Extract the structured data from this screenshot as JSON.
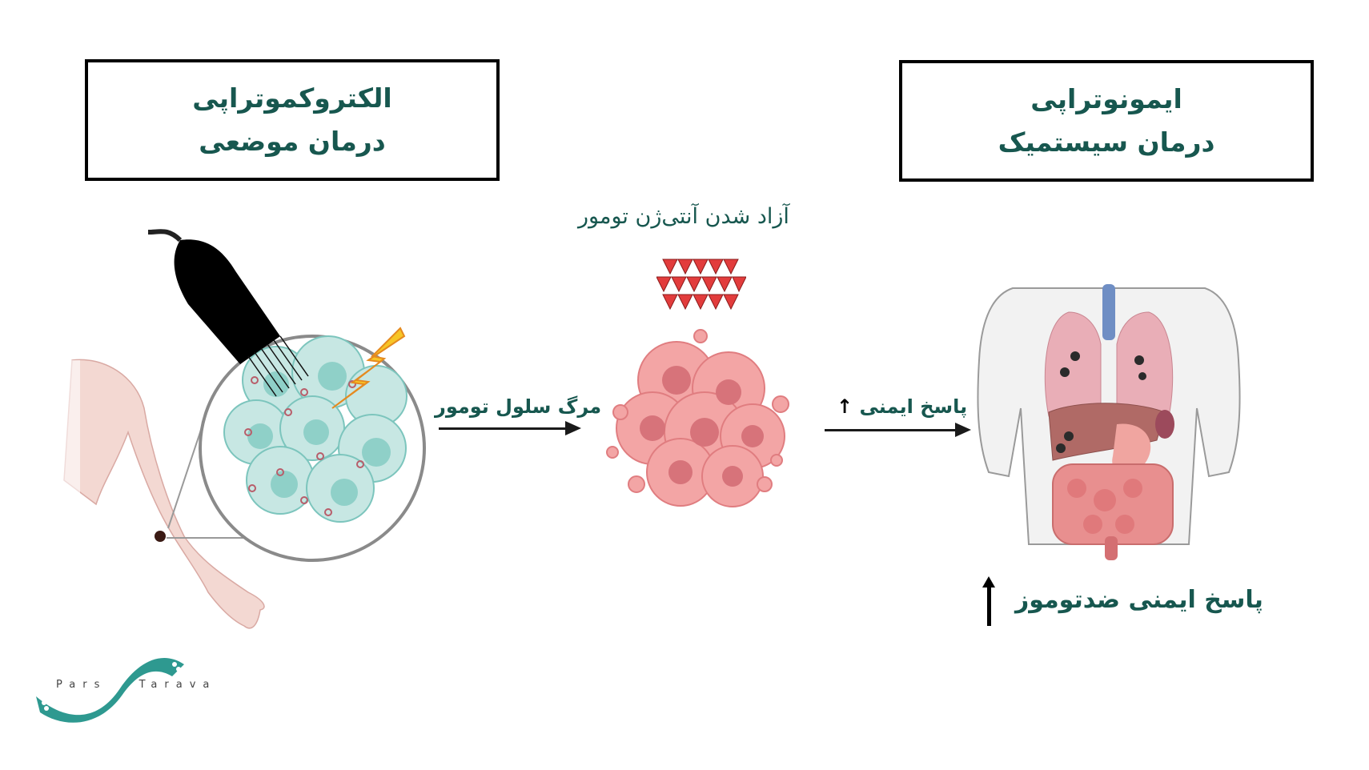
{
  "left_panel": {
    "title_line1": "الکتروکموتراپی",
    "title_line2": "درمان موضعی",
    "illustration": {
      "probe": "electrode-needle-probe",
      "zoom_circle": "tumor-cells-electroporation",
      "cell_color": "#bfe3df",
      "bolt_color": "#f7c526",
      "arm_color": "#f3d6d0"
    }
  },
  "right_panel": {
    "title_line1": "ایمونوتراپی",
    "title_line2": "درمان سیستمیک",
    "illustration": "torso-with-organ-metastases"
  },
  "center": {
    "antigen_release_label": "آزاد شدن آنتی‌ژن تومور",
    "antigen_rows": [
      5,
      6,
      5
    ],
    "antigen_color": "#e23c3c",
    "tumor_color": "#f0a0a0"
  },
  "arrows": {
    "cell_death_label": "مرگ سلول تومور",
    "immune_response_label": "پاسخ ایمنی",
    "immune_response_up": "↑"
  },
  "bottom_right": {
    "label": "پاسخ ایمنی ضدتوموز",
    "up_arrow": "↑"
  },
  "logo": {
    "word1": "Pars",
    "word2": "Tarava",
    "color": "#2e9990"
  },
  "colors": {
    "text_teal": "#17574f",
    "border": "#000000"
  }
}
